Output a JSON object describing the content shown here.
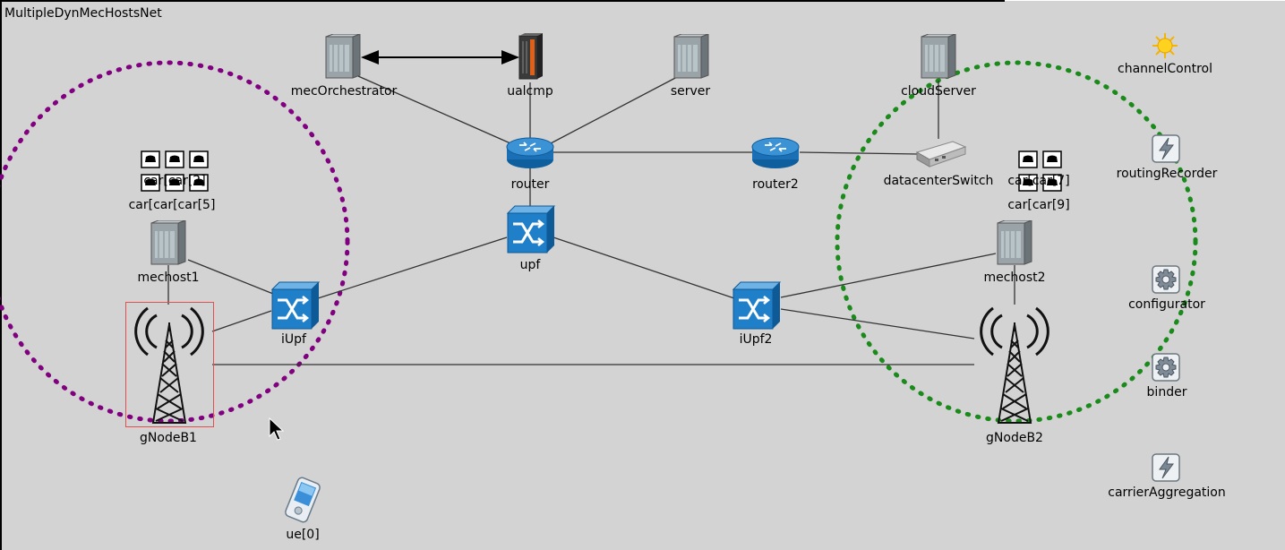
{
  "network": {
    "title": "MultipleDynMecHostsNet"
  },
  "nodes": {
    "mecOrchestrator": "mecOrchestrator",
    "ualcmp": "ualcmp",
    "server": "server",
    "cloudServer": "cloudServer",
    "router": "router",
    "router2": "router2",
    "datacenterSwitch": "datacenterSwitch",
    "upf": "upf",
    "iUpf": "iUpf",
    "iUpf2": "iUpf2",
    "mechost1": "mechost1",
    "mechost2": "mechost2",
    "gNodeB1": "gNodeB1",
    "gNodeB2": "gNodeB2",
    "ue0": "ue[0]",
    "channelControl": "channelControl",
    "routingRecorder": "routingRecorder",
    "configurator": "configurator",
    "binder": "binder",
    "carrierAggregation": "carrierAggregation"
  },
  "cars_left": {
    "row1": "car[car[2]",
    "row2": "car[car[car[5]"
  },
  "cars_right": {
    "row1": "car[car[7]",
    "row2": "car[car[9]"
  },
  "colors": {
    "background": "#d3d3d3",
    "range_left": "#800080",
    "range_right": "#1a8a1a",
    "switch_blue": "#1f7fc8",
    "selection": "#e05050"
  },
  "icons": {
    "server": "server-icon",
    "router": "router-icon",
    "switch": "switch-icon",
    "tower": "antenna-tower-icon",
    "car": "car-icon",
    "phone": "mobile-device-icon",
    "sun": "sun-icon",
    "gear": "gear-icon",
    "bolt": "lightning-icon"
  }
}
